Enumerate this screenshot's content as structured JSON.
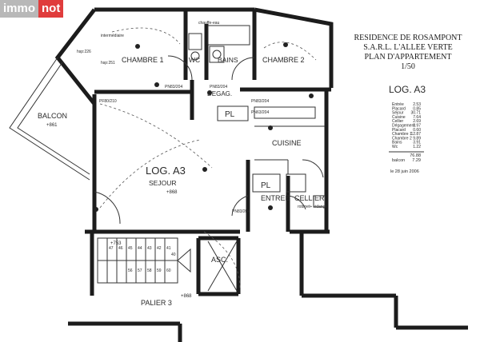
{
  "watermark": {
    "part1": "immo",
    "part2": "not",
    "part2_color": "#e03c3c"
  },
  "title_block": {
    "line1": "RESIDENCE DE ROSAMPONT",
    "line2": "S.A.R.L. L'ALLEE VERTE",
    "line3": "PLAN D'APPARTEMENT",
    "line4": "1/50"
  },
  "lot": {
    "name": "LOG. A3",
    "areas": [
      {
        "room": "Entrée",
        "value": "2.53"
      },
      {
        "room": "Placard",
        "value": "0.85"
      },
      {
        "room": "Séjour",
        "value": "30.71"
      },
      {
        "room": "Cuisine",
        "value": "7.64"
      },
      {
        "room": "Cellier",
        "value": "2.69"
      },
      {
        "room": "Dégagement",
        "value": "3.97"
      },
      {
        "room": "Placard",
        "value": "0.60"
      },
      {
        "room": "Chambre 1",
        "value": "12.87"
      },
      {
        "room": "Chambre 2",
        "value": "9.89"
      },
      {
        "room": "Bains",
        "value": "3.91"
      },
      {
        "room": "Wc",
        "value": "1.22"
      }
    ],
    "total": "76.88",
    "balcon_label": "balcon",
    "balcon_value": "7.29",
    "date": "le 28 juin 2006"
  },
  "rooms": {
    "chambre1": "CHAMBRE 1",
    "wc": "WC",
    "bains": "BAINS",
    "chambre2": "CHAMBRE 2",
    "degag": "DEGAG.",
    "pl1": "PL",
    "pl2": "PL",
    "balcon": "BALCON",
    "balcon_level": "+861",
    "cuisine": "CUISINE",
    "sejour_lot": "LOG. A3",
    "sejour": "SEJOUR",
    "sejour_level": "+868",
    "entree": "ENTREE",
    "cellier": "CELLIER",
    "asc": "ASC.",
    "palier": "PALIER 3",
    "palier_level": "+868",
    "stair_level": "+753"
  },
  "notes": {
    "ph_door1": "PN83/204",
    "ph_door2": "PN83/204",
    "ph_door3": "PN63/204",
    "ph_door4": "PN83/204",
    "ph_door5": "PN83/204",
    "pf_door": "PF80/210",
    "hsp": "hsp:251",
    "hsp2": "hsp:226",
    "intermediate": "intermédiaire",
    "chauffe": "chauffe-eau",
    "robinet": "robinet+ vidange"
  },
  "stair_numbers": [
    "47",
    "46",
    "45",
    "44",
    "43",
    "42",
    "41",
    "40"
  ],
  "stair_numbers2": [
    "56",
    "57",
    "58",
    "59",
    "60"
  ]
}
